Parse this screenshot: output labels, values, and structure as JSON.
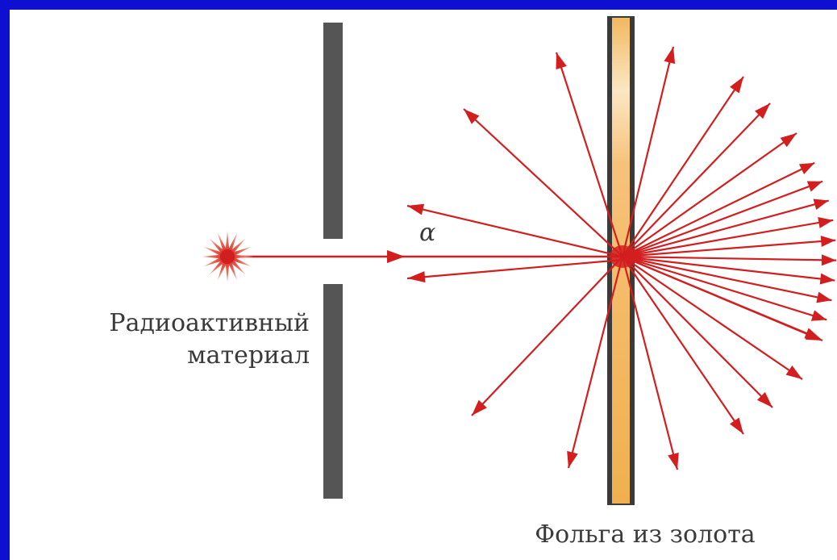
{
  "labels": {
    "source": [
      "Радиоактивный",
      "материал"
    ],
    "particle": "α",
    "foil": "Фольга из золота"
  },
  "colors": {
    "frame": "#0f0fd2",
    "background": "#ffffff",
    "rays": "#d21e1e",
    "screen": "#555555",
    "foil_fill": "#f2b860",
    "foil_edge": "#3a3a3a"
  },
  "icons": {
    "source": "starburst-icon"
  }
}
